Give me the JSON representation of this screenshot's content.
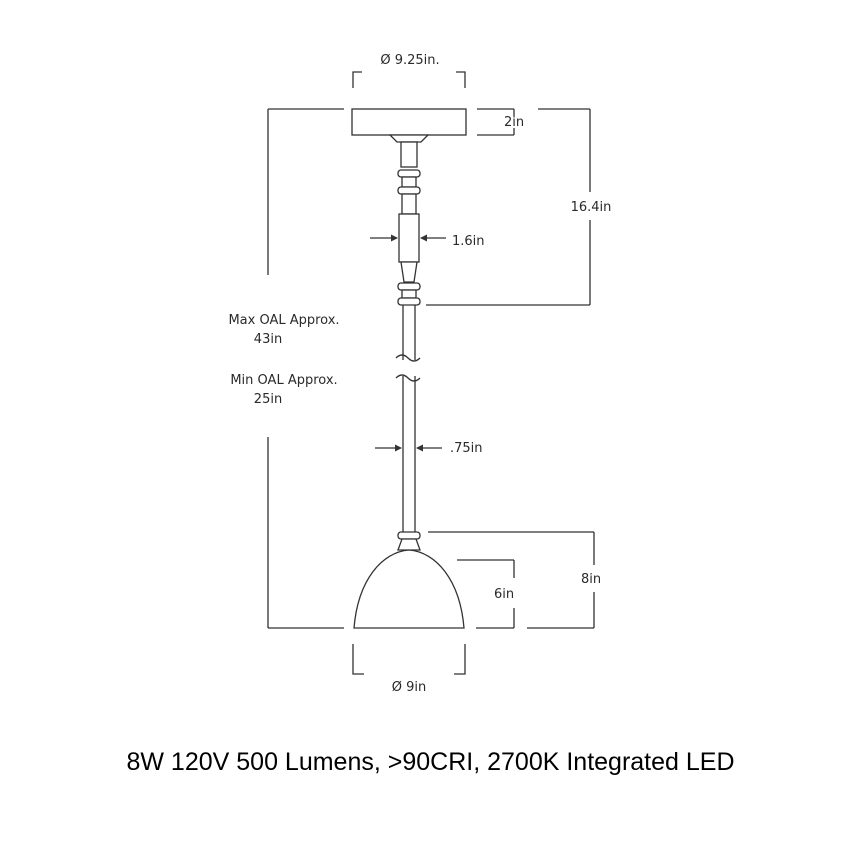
{
  "labels": {
    "canopy_diameter": "Ø 9.25in.",
    "canopy_height": "2in",
    "stem_length": "16.4in",
    "stem_width": "1.6in",
    "max_oal_title": "Max OAL Approx.",
    "max_oal_value": "43in",
    "min_oal_title": "Min OAL Approx.",
    "min_oal_value": "25in",
    "rod_width": ".75in",
    "shade_height": "6in",
    "shade_total_height": "8in",
    "shade_diameter": "Ø 9in"
  },
  "caption": "8W 120V 500 Lumens, >90CRI, 2700K Integrated LED",
  "colors": {
    "line": "#333333",
    "text": "#2a2a2a",
    "caption": "#000000",
    "background": "#ffffff"
  }
}
